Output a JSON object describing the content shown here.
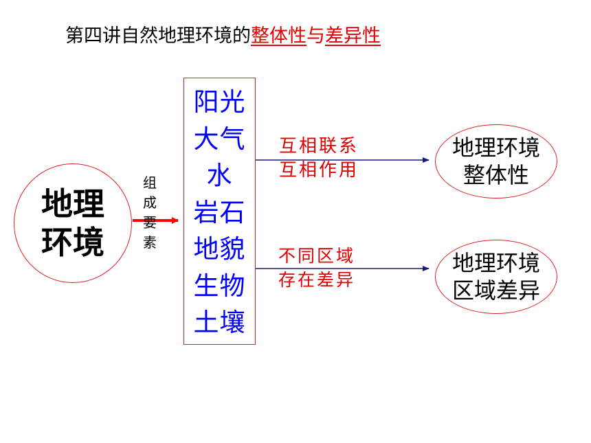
{
  "title": {
    "prefix": "第四讲自然地理环境的",
    "highlight1": "整体性",
    "connector": "与",
    "highlight2": "差异性"
  },
  "left_node": {
    "line1": "地理",
    "line2": "环境"
  },
  "arrow_label": [
    "组",
    "成",
    "要",
    "素"
  ],
  "elements": [
    "阳光",
    "大气",
    "水",
    "岩石",
    "地貌",
    "生物",
    "土壤"
  ],
  "relation_top": {
    "line1": "互相联系",
    "line2": "互相作用"
  },
  "relation_bottom": {
    "line1": "不同区域",
    "line2": "存在差异"
  },
  "result_top": {
    "line1": "地理环境",
    "line2": "整体性"
  },
  "result_bottom": {
    "line1": "地理环境",
    "line2": "区域差异"
  },
  "colors": {
    "red": "#e00000",
    "blue": "#0000ff",
    "navy_arrow": "#1a1a7a"
  }
}
